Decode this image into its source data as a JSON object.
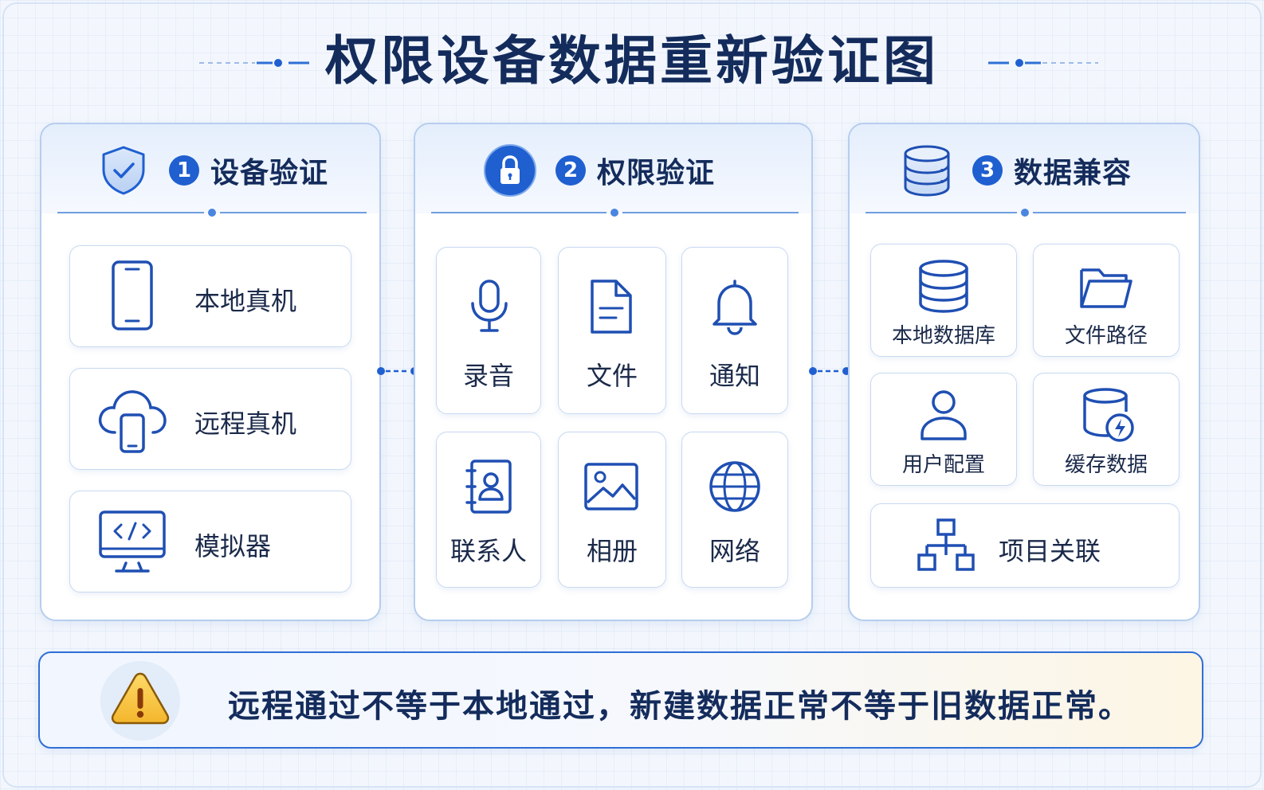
{
  "title": "权限设备数据重新验证图",
  "colors": {
    "accent": "#1f5fd0",
    "title": "#142c5c",
    "border": "#b6cdee",
    "warning": "#f5c242"
  },
  "panels": [
    {
      "step": "1",
      "title": "设备验证",
      "icon": "shield-check-icon",
      "items": [
        {
          "label": "本地真机",
          "icon": "smartphone-icon"
        },
        {
          "label": "远程真机",
          "icon": "cloud-phone-icon"
        },
        {
          "label": "模拟器",
          "icon": "monitor-code-icon"
        }
      ]
    },
    {
      "step": "2",
      "title": "权限验证",
      "icon": "lock-icon",
      "items": [
        {
          "label": "录音",
          "icon": "microphone-icon"
        },
        {
          "label": "文件",
          "icon": "document-icon"
        },
        {
          "label": "通知",
          "icon": "bell-icon"
        },
        {
          "label": "联系人",
          "icon": "contacts-icon"
        },
        {
          "label": "相册",
          "icon": "image-icon"
        },
        {
          "label": "网络",
          "icon": "globe-icon"
        }
      ]
    },
    {
      "step": "3",
      "title": "数据兼容",
      "icon": "database-icon",
      "items": [
        {
          "label": "本地数据库",
          "icon": "database-icon"
        },
        {
          "label": "文件路径",
          "icon": "folder-icon"
        },
        {
          "label": "用户配置",
          "icon": "user-icon"
        },
        {
          "label": "缓存数据",
          "icon": "cache-bolt-icon"
        },
        {
          "label": "项目关联",
          "icon": "hierarchy-icon"
        }
      ]
    }
  ],
  "warning": {
    "icon": "warning-icon",
    "text": "远程通过不等于本地通过，新建数据正常不等于旧数据正常。"
  }
}
